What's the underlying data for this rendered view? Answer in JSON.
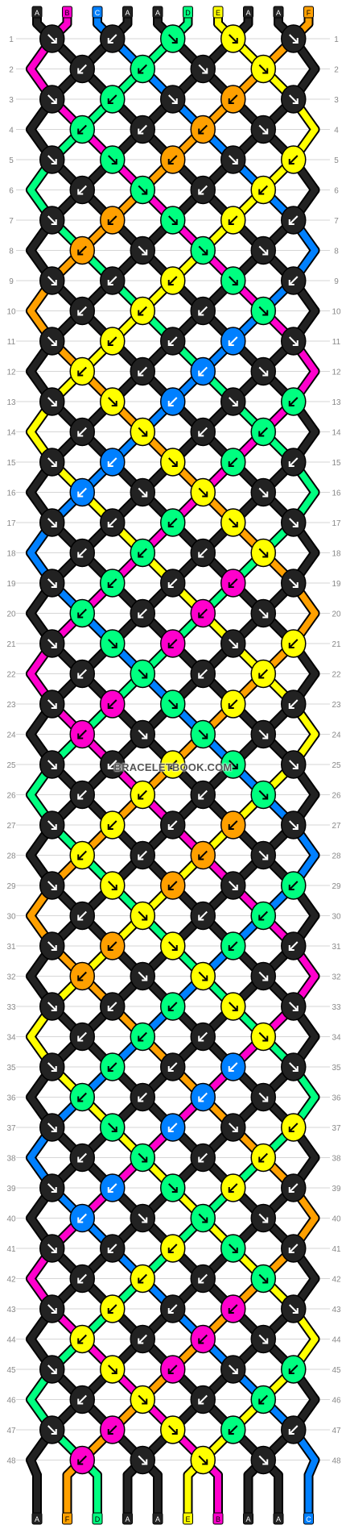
{
  "watermark": "BRACELETBOOK.COM",
  "strings": [
    {
      "label": "A",
      "color": "#222222"
    },
    {
      "label": "B",
      "color": "#ff00cc"
    },
    {
      "label": "C",
      "color": "#0080ff"
    },
    {
      "label": "A",
      "color": "#222222"
    },
    {
      "label": "A",
      "color": "#222222"
    },
    {
      "label": "D",
      "color": "#00ff80"
    },
    {
      "label": "E",
      "color": "#ffff00"
    },
    {
      "label": "A",
      "color": "#222222"
    },
    {
      "label": "A",
      "color": "#222222"
    },
    {
      "label": "F",
      "color": "#ffa000"
    }
  ],
  "colors": {
    "A": "#222222",
    "B": "#ff00cc",
    "C": "#0080ff",
    "D": "#00ff80",
    "E": "#ffff00",
    "F": "#ffa000"
  },
  "row_count": 48,
  "knot_rows": [
    {
      "row": 1,
      "knots": [
        [
          "A",
          "r"
        ],
        [
          "A",
          "l"
        ],
        [
          "D",
          "r"
        ],
        [
          "E",
          "r"
        ],
        [
          "A",
          "r"
        ]
      ]
    },
    {
      "row": 2,
      "knots": [
        [
          "A",
          "l"
        ],
        [
          "D",
          "l"
        ],
        [
          "A",
          "r"
        ],
        [
          "E",
          "r"
        ]
      ]
    },
    {
      "row": 3,
      "knots": [
        [
          "A",
          "r"
        ],
        [
          "D",
          "l"
        ],
        [
          "A",
          "r"
        ],
        [
          "F",
          "l"
        ],
        [
          "A",
          "r"
        ]
      ]
    },
    {
      "row": 4,
      "knots": [
        [
          "D",
          "l"
        ],
        [
          "A",
          "l"
        ],
        [
          "F",
          "l"
        ],
        [
          "A",
          "r"
        ]
      ]
    },
    {
      "row": 5,
      "knots": [
        [
          "A",
          "r"
        ],
        [
          "D",
          "r"
        ],
        [
          "F",
          "l"
        ],
        [
          "A",
          "r"
        ],
        [
          "E",
          "l"
        ]
      ]
    },
    {
      "row": 6,
      "knots": [
        [
          "A",
          "l"
        ],
        [
          "D",
          "r"
        ],
        [
          "A",
          "l"
        ],
        [
          "E",
          "l"
        ]
      ]
    },
    {
      "row": 7,
      "knots": [
        [
          "A",
          "r"
        ],
        [
          "F",
          "l"
        ],
        [
          "D",
          "r"
        ],
        [
          "E",
          "l"
        ],
        [
          "A",
          "l"
        ]
      ]
    },
    {
      "row": 8,
      "knots": [
        [
          "F",
          "l"
        ],
        [
          "A",
          "r"
        ],
        [
          "D",
          "r"
        ],
        [
          "A",
          "r"
        ]
      ]
    },
    {
      "row": 9,
      "knots": [
        [
          "A",
          "r"
        ],
        [
          "A",
          "l"
        ],
        [
          "E",
          "l"
        ],
        [
          "D",
          "r"
        ],
        [
          "A",
          "l"
        ]
      ]
    },
    {
      "row": 10,
      "knots": [
        [
          "A",
          "l"
        ],
        [
          "E",
          "l"
        ],
        [
          "A",
          "l"
        ],
        [
          "D",
          "r"
        ]
      ]
    },
    {
      "row": 11,
      "knots": [
        [
          "A",
          "r"
        ],
        [
          "E",
          "l"
        ],
        [
          "A",
          "l"
        ],
        [
          "C",
          "l"
        ],
        [
          "A",
          "r"
        ]
      ]
    },
    {
      "row": 12,
      "knots": [
        [
          "E",
          "l"
        ],
        [
          "A",
          "l"
        ],
        [
          "C",
          "l"
        ],
        [
          "A",
          "r"
        ]
      ]
    },
    {
      "row": 13,
      "knots": [
        [
          "A",
          "r"
        ],
        [
          "E",
          "r"
        ],
        [
          "C",
          "l"
        ],
        [
          "A",
          "r"
        ],
        [
          "D",
          "l"
        ]
      ]
    },
    {
      "row": 14,
      "knots": [
        [
          "A",
          "l"
        ],
        [
          "E",
          "r"
        ],
        [
          "A",
          "l"
        ],
        [
          "D",
          "l"
        ]
      ]
    },
    {
      "row": 15,
      "knots": [
        [
          "A",
          "r"
        ],
        [
          "C",
          "l"
        ],
        [
          "E",
          "r"
        ],
        [
          "D",
          "l"
        ],
        [
          "A",
          "l"
        ]
      ]
    },
    {
      "row": 16,
      "knots": [
        [
          "C",
          "l"
        ],
        [
          "A",
          "r"
        ],
        [
          "E",
          "r"
        ],
        [
          "A",
          "r"
        ]
      ]
    },
    {
      "row": 17,
      "knots": [
        [
          "A",
          "r"
        ],
        [
          "A",
          "l"
        ],
        [
          "D",
          "l"
        ],
        [
          "E",
          "r"
        ],
        [
          "A",
          "r"
        ]
      ]
    },
    {
      "row": 18,
      "knots": [
        [
          "A",
          "l"
        ],
        [
          "D",
          "l"
        ],
        [
          "A",
          "l"
        ],
        [
          "E",
          "r"
        ]
      ]
    },
    {
      "row": 19,
      "knots": [
        [
          "A",
          "r"
        ],
        [
          "D",
          "l"
        ],
        [
          "A",
          "l"
        ],
        [
          "B",
          "l"
        ],
        [
          "A",
          "r"
        ]
      ]
    },
    {
      "row": 20,
      "knots": [
        [
          "D",
          "l"
        ],
        [
          "A",
          "l"
        ],
        [
          "B",
          "l"
        ],
        [
          "A",
          "r"
        ]
      ]
    },
    {
      "row": 21,
      "knots": [
        [
          "A",
          "r"
        ],
        [
          "D",
          "r"
        ],
        [
          "B",
          "l"
        ],
        [
          "A",
          "r"
        ],
        [
          "E",
          "l"
        ]
      ]
    },
    {
      "row": 22,
      "knots": [
        [
          "A",
          "l"
        ],
        [
          "D",
          "r"
        ],
        [
          "A",
          "l"
        ],
        [
          "E",
          "l"
        ]
      ]
    },
    {
      "row": 23,
      "knots": [
        [
          "A",
          "r"
        ],
        [
          "B",
          "l"
        ],
        [
          "D",
          "r"
        ],
        [
          "E",
          "l"
        ],
        [
          "A",
          "l"
        ]
      ]
    },
    {
      "row": 24,
      "knots": [
        [
          "B",
          "l"
        ],
        [
          "A",
          "r"
        ],
        [
          "D",
          "r"
        ],
        [
          "A",
          "r"
        ]
      ]
    },
    {
      "row": 25,
      "knots": [
        [
          "A",
          "r"
        ],
        [
          "A",
          "l"
        ],
        [
          "E",
          "l"
        ],
        [
          "D",
          "r"
        ],
        [
          "A",
          "r"
        ]
      ]
    },
    {
      "row": 26,
      "knots": [
        [
          "A",
          "l"
        ],
        [
          "E",
          "l"
        ],
        [
          "A",
          "l"
        ],
        [
          "D",
          "r"
        ]
      ]
    },
    {
      "row": 27,
      "knots": [
        [
          "A",
          "r"
        ],
        [
          "E",
          "l"
        ],
        [
          "A",
          "l"
        ],
        [
          "F",
          "l"
        ],
        [
          "A",
          "r"
        ]
      ]
    },
    {
      "row": 28,
      "knots": [
        [
          "E",
          "l"
        ],
        [
          "A",
          "l"
        ],
        [
          "F",
          "l"
        ],
        [
          "A",
          "r"
        ]
      ]
    },
    {
      "row": 29,
      "knots": [
        [
          "A",
          "r"
        ],
        [
          "E",
          "r"
        ],
        [
          "F",
          "l"
        ],
        [
          "A",
          "r"
        ],
        [
          "D",
          "l"
        ]
      ]
    },
    {
      "row": 30,
      "knots": [
        [
          "A",
          "l"
        ],
        [
          "E",
          "r"
        ],
        [
          "A",
          "l"
        ],
        [
          "D",
          "l"
        ]
      ]
    },
    {
      "row": 31,
      "knots": [
        [
          "A",
          "r"
        ],
        [
          "F",
          "l"
        ],
        [
          "E",
          "r"
        ],
        [
          "D",
          "l"
        ],
        [
          "A",
          "l"
        ]
      ]
    },
    {
      "row": 32,
      "knots": [
        [
          "F",
          "l"
        ],
        [
          "A",
          "r"
        ],
        [
          "E",
          "r"
        ],
        [
          "A",
          "r"
        ]
      ]
    },
    {
      "row": 33,
      "knots": [
        [
          "A",
          "r"
        ],
        [
          "A",
          "l"
        ],
        [
          "D",
          "l"
        ],
        [
          "E",
          "r"
        ],
        [
          "A",
          "r"
        ]
      ]
    },
    {
      "row": 34,
      "knots": [
        [
          "A",
          "l"
        ],
        [
          "D",
          "l"
        ],
        [
          "A",
          "l"
        ],
        [
          "E",
          "r"
        ]
      ]
    },
    {
      "row": 35,
      "knots": [
        [
          "A",
          "r"
        ],
        [
          "D",
          "l"
        ],
        [
          "A",
          "l"
        ],
        [
          "C",
          "l"
        ],
        [
          "A",
          "r"
        ]
      ]
    },
    {
      "row": 36,
      "knots": [
        [
          "D",
          "l"
        ],
        [
          "A",
          "l"
        ],
        [
          "C",
          "l"
        ],
        [
          "A",
          "r"
        ]
      ]
    },
    {
      "row": 37,
      "knots": [
        [
          "A",
          "r"
        ],
        [
          "D",
          "r"
        ],
        [
          "C",
          "l"
        ],
        [
          "A",
          "r"
        ],
        [
          "E",
          "l"
        ]
      ]
    },
    {
      "row": 38,
      "knots": [
        [
          "A",
          "l"
        ],
        [
          "D",
          "r"
        ],
        [
          "A",
          "l"
        ],
        [
          "E",
          "l"
        ]
      ]
    },
    {
      "row": 39,
      "knots": [
        [
          "A",
          "r"
        ],
        [
          "C",
          "l"
        ],
        [
          "D",
          "r"
        ],
        [
          "E",
          "l"
        ],
        [
          "A",
          "l"
        ]
      ]
    },
    {
      "row": 40,
      "knots": [
        [
          "C",
          "l"
        ],
        [
          "A",
          "r"
        ],
        [
          "D",
          "r"
        ],
        [
          "A",
          "r"
        ]
      ]
    },
    {
      "row": 41,
      "knots": [
        [
          "A",
          "r"
        ],
        [
          "A",
          "l"
        ],
        [
          "E",
          "l"
        ],
        [
          "D",
          "r"
        ],
        [
          "A",
          "l"
        ]
      ]
    },
    {
      "row": 42,
      "knots": [
        [
          "A",
          "l"
        ],
        [
          "E",
          "l"
        ],
        [
          "A",
          "l"
        ],
        [
          "D",
          "r"
        ]
      ]
    },
    {
      "row": 43,
      "knots": [
        [
          "A",
          "r"
        ],
        [
          "E",
          "l"
        ],
        [
          "A",
          "l"
        ],
        [
          "B",
          "l"
        ],
        [
          "A",
          "r"
        ]
      ]
    },
    {
      "row": 44,
      "knots": [
        [
          "E",
          "l"
        ],
        [
          "A",
          "l"
        ],
        [
          "B",
          "l"
        ],
        [
          "A",
          "r"
        ]
      ]
    },
    {
      "row": 45,
      "knots": [
        [
          "A",
          "r"
        ],
        [
          "E",
          "r"
        ],
        [
          "B",
          "l"
        ],
        [
          "A",
          "r"
        ],
        [
          "D",
          "l"
        ]
      ]
    },
    {
      "row": 46,
      "knots": [
        [
          "A",
          "l"
        ],
        [
          "E",
          "r"
        ],
        [
          "A",
          "l"
        ],
        [
          "D",
          "l"
        ]
      ]
    },
    {
      "row": 47,
      "knots": [
        [
          "A",
          "r"
        ],
        [
          "B",
          "l"
        ],
        [
          "E",
          "r"
        ],
        [
          "D",
          "l"
        ],
        [
          "A",
          "l"
        ]
      ]
    },
    {
      "row": 48,
      "knots": [
        [
          "B",
          "l"
        ],
        [
          "A",
          "r"
        ],
        [
          "E",
          "r"
        ],
        [
          "A",
          "r"
        ]
      ]
    }
  ]
}
